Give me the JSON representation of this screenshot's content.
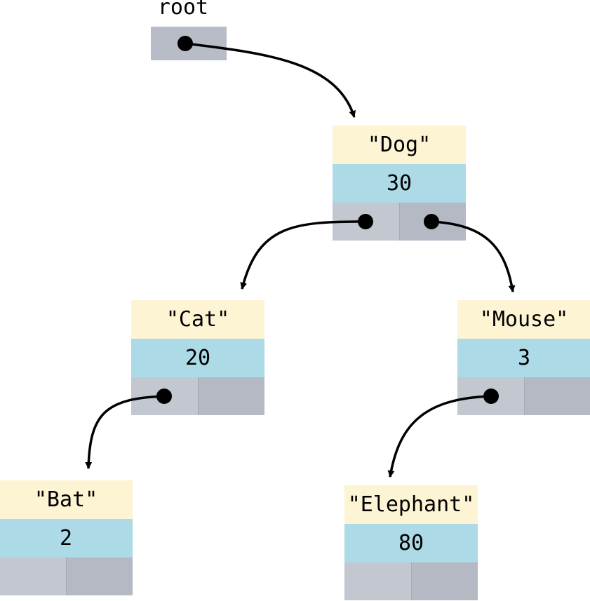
{
  "root": {
    "label": "root"
  },
  "colors": {
    "key_fill": "#fdf4d3",
    "value_fill": "#acdae6",
    "pointer_fill_left": "#c2c7d0",
    "pointer_fill_right": "#b4b9c3",
    "root_fill": "#b7bcc6",
    "arrow": "#000000"
  },
  "nodes": [
    {
      "id": "dog",
      "key": "\"Dog\"",
      "value": "30"
    },
    {
      "id": "cat",
      "key": "\"Cat\"",
      "value": "20"
    },
    {
      "id": "mouse",
      "key": "\"Mouse\"",
      "value": "3"
    },
    {
      "id": "bat",
      "key": "\"Bat\"",
      "value": "2"
    },
    {
      "id": "elephant",
      "key": "\"Elephant\"",
      "value": "80"
    }
  ],
  "edges": [
    {
      "from": "root",
      "to": "dog"
    },
    {
      "from": "dog",
      "side": "left",
      "to": "cat"
    },
    {
      "from": "dog",
      "side": "right",
      "to": "mouse"
    },
    {
      "from": "cat",
      "side": "left",
      "to": "bat"
    },
    {
      "from": "mouse",
      "side": "left",
      "to": "elephant"
    }
  ]
}
